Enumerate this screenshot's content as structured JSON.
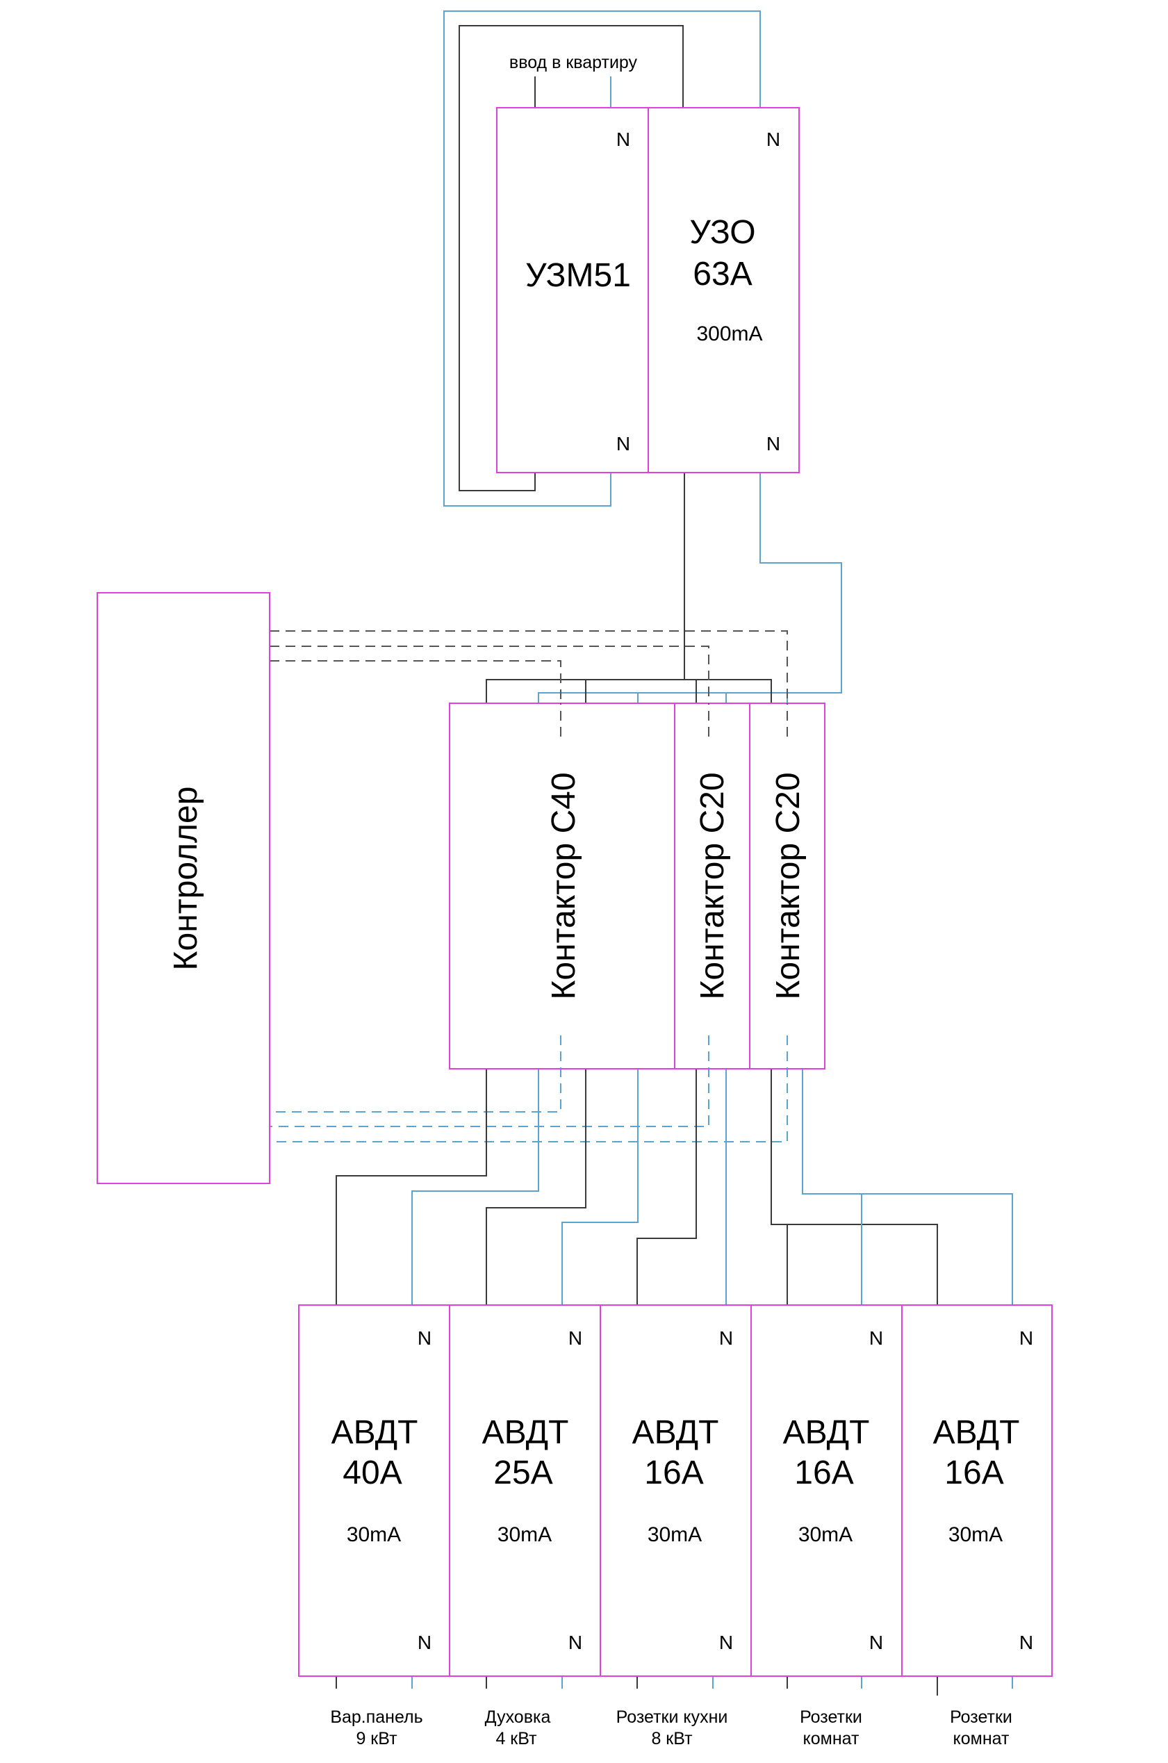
{
  "input_label": "ввод в квартиру",
  "n_label": "N",
  "uzm": {
    "name": "УЗМ51"
  },
  "uzo": {
    "line1": "УЗО",
    "line2": "63А",
    "current": "300mA"
  },
  "controller": {
    "label": "Контроллер"
  },
  "contactors": [
    {
      "label": "Контактор С40"
    },
    {
      "label": "Контактор С20"
    },
    {
      "label": "Контактор С20"
    }
  ],
  "breakers": [
    {
      "name": "АВДТ",
      "rating": "40А",
      "current": "30mA",
      "load_line1": "Вар.панель",
      "load_line2": "9 кВт"
    },
    {
      "name": "АВДТ",
      "rating": "25А",
      "current": "30mA",
      "load_line1": "Духовка",
      "load_line2": "4 кВт"
    },
    {
      "name": "АВДТ",
      "rating": "16А",
      "current": "30mA",
      "load_line1": "Розетки кухни",
      "load_line2": "8 кВт"
    },
    {
      "name": "АВДТ",
      "rating": "16А",
      "current": "30mA",
      "load_line1": "Розетки",
      "load_line2": "комнат"
    },
    {
      "name": "АВДТ",
      "rating": "16А",
      "current": "30mA",
      "load_line1": "Розетки",
      "load_line2": "комнат"
    }
  ],
  "colors": {
    "box_border": "#e040e0",
    "phase_wire": "#3a3a3a",
    "neutral_wire": "#5ba3d0"
  }
}
